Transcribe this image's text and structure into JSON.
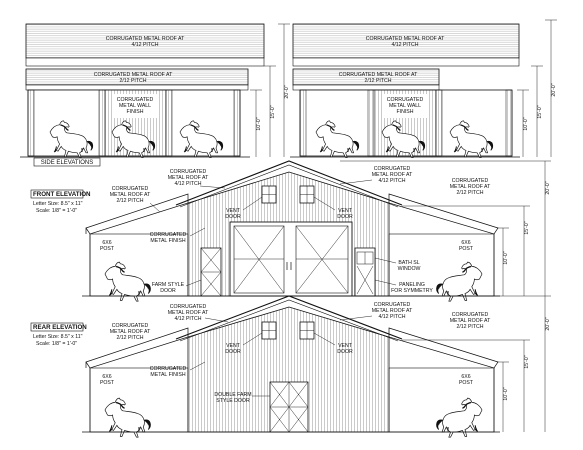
{
  "side_elevations": {
    "caption": "SIDE ELEVATIONS",
    "left": {
      "roof_upper": [
        "CORRUGATED METAL ROOF AT",
        "4/12 PITCH"
      ],
      "roof_lower": [
        "CORRUGATED METAL ROOF AT",
        "2/12 PITCH"
      ],
      "wall": [
        "CORRUGATED",
        "METAL WALL",
        "FINISH"
      ],
      "dims": [
        "20'-0\"",
        "15'-0\"",
        "10'-0\""
      ]
    },
    "right": {
      "roof_upper": [
        "CORRUGATED METAL ROOF AT",
        "4/12 PITCH"
      ],
      "roof_lower": [
        "CORRUGATED METAL ROOF AT",
        "2/12 PITCH"
      ],
      "wall": [
        "CORRUGATED",
        "METAL WALL",
        "FINISH"
      ],
      "dims": [
        "20'-0\"",
        "15'-0\"",
        "10'-0\""
      ]
    }
  },
  "front_elevation": {
    "title": "FRONT ELEVATION",
    "letter_size": "Letter Size: 8.5\" x 11\"",
    "scale": "Scale:  1/8\" = 1'-0\"",
    "roof_left_low": [
      "CORRUGATED",
      "METAL ROOF AT",
      "2/12 PITCH"
    ],
    "roof_center_left": [
      "CORRUGATED",
      "METAL ROOF AT",
      "4/12 PITCH"
    ],
    "roof_center_right": [
      "CORRUGATED",
      "METAL ROOF AT",
      "4/12 PITCH"
    ],
    "roof_right_low": [
      "CORRUGATED",
      "METAL ROOF AT",
      "2/12 PITCH"
    ],
    "vent_left": [
      "VENT",
      "DOOR"
    ],
    "vent_right": [
      "VENT",
      "DOOR"
    ],
    "metal_finish": [
      "CORRUGATED",
      "METAL FINISH"
    ],
    "post_left": [
      "6X6",
      "POST"
    ],
    "post_right": [
      "6X6",
      "POST"
    ],
    "farm_door": [
      "FARM STYLE",
      "DOOR"
    ],
    "bath_window": [
      "BATH SL",
      "WINDOW"
    ],
    "paneling": [
      "PANELING",
      "FOR SYMMETRY"
    ],
    "dims": [
      "20'-0\"",
      "15'-0\"",
      "10'-0\""
    ]
  },
  "rear_elevation": {
    "title": "REAR ELEVATION",
    "letter_size": "Letter Size: 8.5\" x 11\"",
    "scale": "Scale:  1/8\" = 1'-0\"",
    "roof_left_low": [
      "CORRUGATED",
      "METAL ROOF AT",
      "2/12 PITCH"
    ],
    "roof_center_left": [
      "CORRUGATED",
      "METAL ROOF AT",
      "4/12 PITCH"
    ],
    "roof_center_right": [
      "CORRUGATED",
      "METAL ROOF AT",
      "4/12 PITCH"
    ],
    "roof_right_low": [
      "CORRUGATED",
      "METAL ROOF AT",
      "2/12 PITCH"
    ],
    "vent_left": [
      "VENT",
      "DOOR"
    ],
    "vent_right": [
      "VENT",
      "DOOR"
    ],
    "metal_finish": [
      "CORRUGATED",
      "METAL FINISH"
    ],
    "post_left": [
      "6X6",
      "POST"
    ],
    "post_right": [
      "6X6",
      "POST"
    ],
    "double_door": [
      "DOUBLE FARM",
      "STYLE DOOR"
    ],
    "dims": [
      "20'-0\"",
      "15'-0\"",
      "10'-0\""
    ]
  },
  "colors": {
    "line": "#111111",
    "background": "#ffffff"
  }
}
